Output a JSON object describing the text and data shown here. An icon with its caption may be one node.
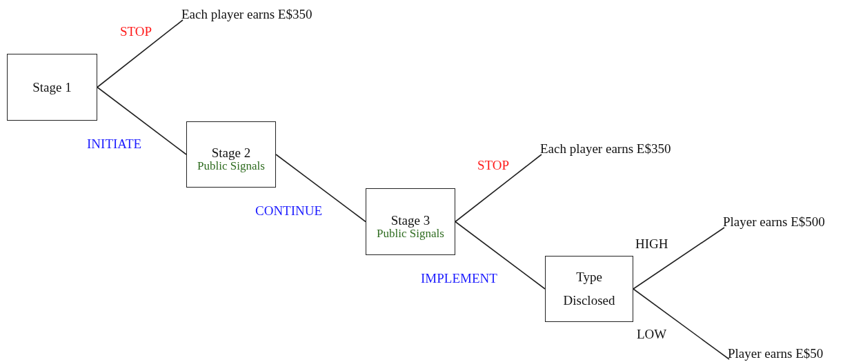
{
  "diagram": {
    "nodes": [
      {
        "text": [
          "Stage 1"
        ]
      },
      {
        "text": [
          "Each player earns E$350"
        ]
      },
      {
        "text": [
          "Stage 2",
          "Public Signals"
        ]
      },
      {
        "text": [
          "Stage 3",
          "Public Signals"
        ]
      },
      {
        "text": [
          "Each player earns E$350"
        ]
      },
      {
        "text": [
          "Type Disclosed"
        ]
      },
      {
        "text": [
          "Player earns E$500"
        ]
      },
      {
        "text": [
          "Player earns E$50"
        ]
      }
    ],
    "edges": [
      {
        "from": 0,
        "to": 1,
        "arrow": "none",
        "label": "STOP"
      },
      {
        "from": 0,
        "to": 2,
        "arrow": "none",
        "label": "INITIATE"
      },
      {
        "from": 2,
        "to": 3,
        "arrow": "none",
        "label": "CONTINUE"
      },
      {
        "from": 3,
        "to": 4,
        "arrow": "none",
        "label": "STOP"
      },
      {
        "from": 3,
        "to": 5,
        "arrow": "none",
        "label": "IMPLEMENT"
      },
      {
        "from": 5,
        "to": 6,
        "arrow": "none",
        "label": "HIGH"
      },
      {
        "from": 5,
        "to": 7,
        "arrow": "none",
        "label": "LOW"
      }
    ]
  }
}
